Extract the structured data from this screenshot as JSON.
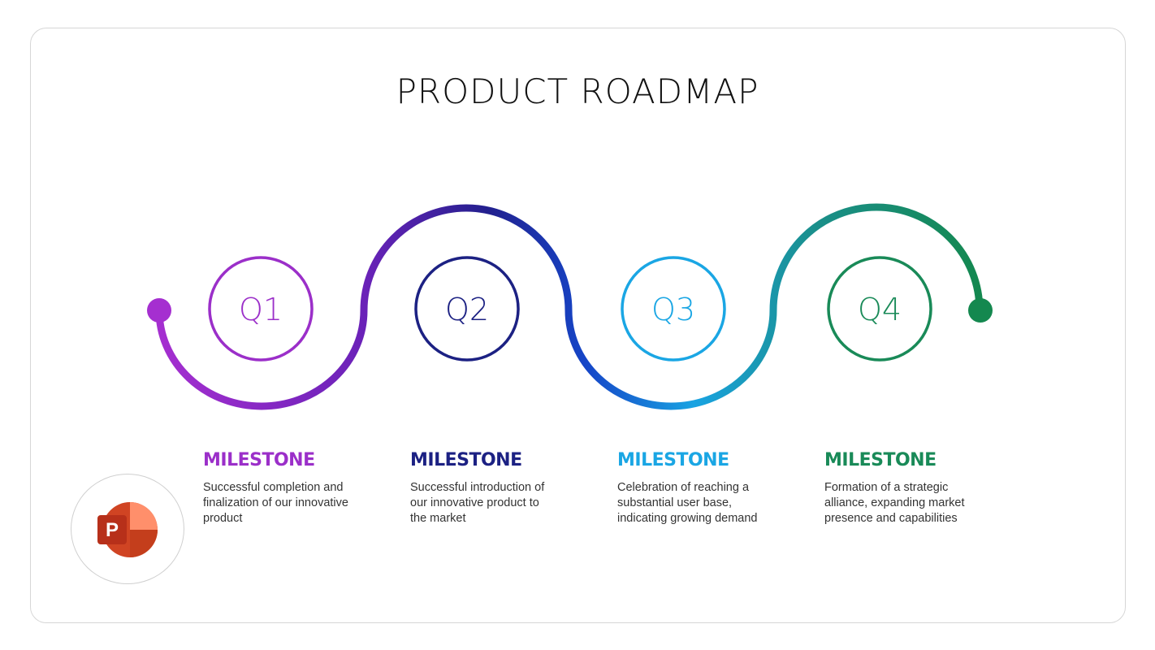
{
  "title": "PRODUCT ROADMAP",
  "quarters": [
    {
      "label": "Q1",
      "color": "#9b2fc9"
    },
    {
      "label": "Q2",
      "color": "#1c2183"
    },
    {
      "label": "Q3",
      "color": "#1aa6e4"
    },
    {
      "label": "Q4",
      "color": "#198a58"
    }
  ],
  "milestones": [
    {
      "heading": "MILESTONE",
      "text": "Successful completion and finalization of our innovative product"
    },
    {
      "heading": "MILESTONE",
      "text": "Successful introduction of our innovative product to the market"
    },
    {
      "heading": "MILESTONE",
      "text": "Celebration of reaching a substantial user base, indicating growing demand"
    },
    {
      "heading": "MILESTONE",
      "text": "Formation of a strategic alliance, expanding market presence and capabilities"
    }
  ],
  "app_icon": {
    "name": "powerpoint-icon",
    "letter": "P"
  }
}
